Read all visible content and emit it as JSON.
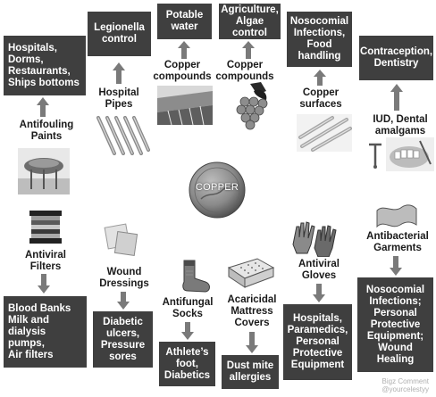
{
  "center": {
    "label": "COPPER"
  },
  "boxes": {
    "hospitals_dorms": "Hospitals,\nDorms,\nRestaurants,\nShips bottoms",
    "legionella": "Legionella\ncontrol",
    "potable_water": "Potable\nwater",
    "agriculture": "Agriculture,\nAlgae\ncontrol",
    "nosocomial_food": "Nosocomial\nInfections,\nFood\nhandling",
    "contraception": "Contraception,\nDentistry",
    "blood_banks": "Blood Banks\nMilk and\ndialysis pumps,\nAir filters",
    "diabetic": "Diabetic\nulcers,\nPressure\nsores",
    "athletes_foot": "Athlete’s\nfoot,\nDiabetics",
    "dust_mite": "Dust mite\nallergies",
    "hospitals_paramedics": "Hospitals,\nParamedics,\nPersonal\nProtective\nEquipment",
    "nosocomial_ppe": "Nosocomial\nInfections;\nPersonal\nProtective\nEquipment;\nWound\nHealing"
  },
  "labels": {
    "antifouling": "Antifouling\nPaints",
    "hospital_pipes": "Hospital\nPipes",
    "copper_compounds_1": "Copper\ncompounds",
    "copper_compounds_2": "Copper\ncompounds",
    "copper_surfaces": "Copper\nsurfaces",
    "iud": "IUD, Dental\namalgams",
    "antiviral_filters": "Antiviral\nFilters",
    "wound_dressings": "Wound\nDressings",
    "antifungal_socks": "Antifungal\nSocks",
    "acaricidal": "Acaricidal\nMattress\nCovers",
    "antiviral_gloves": "Antiviral\nGloves",
    "antibacterial_garments": "Antibacterial\nGarments"
  },
  "watermark": {
    "line1": "Bigz Comment",
    "line2": "@yourcelestyy"
  },
  "colors": {
    "box": "#3f3f3f",
    "arrow": "#7a7a7a",
    "text": "#1a1a1a"
  }
}
